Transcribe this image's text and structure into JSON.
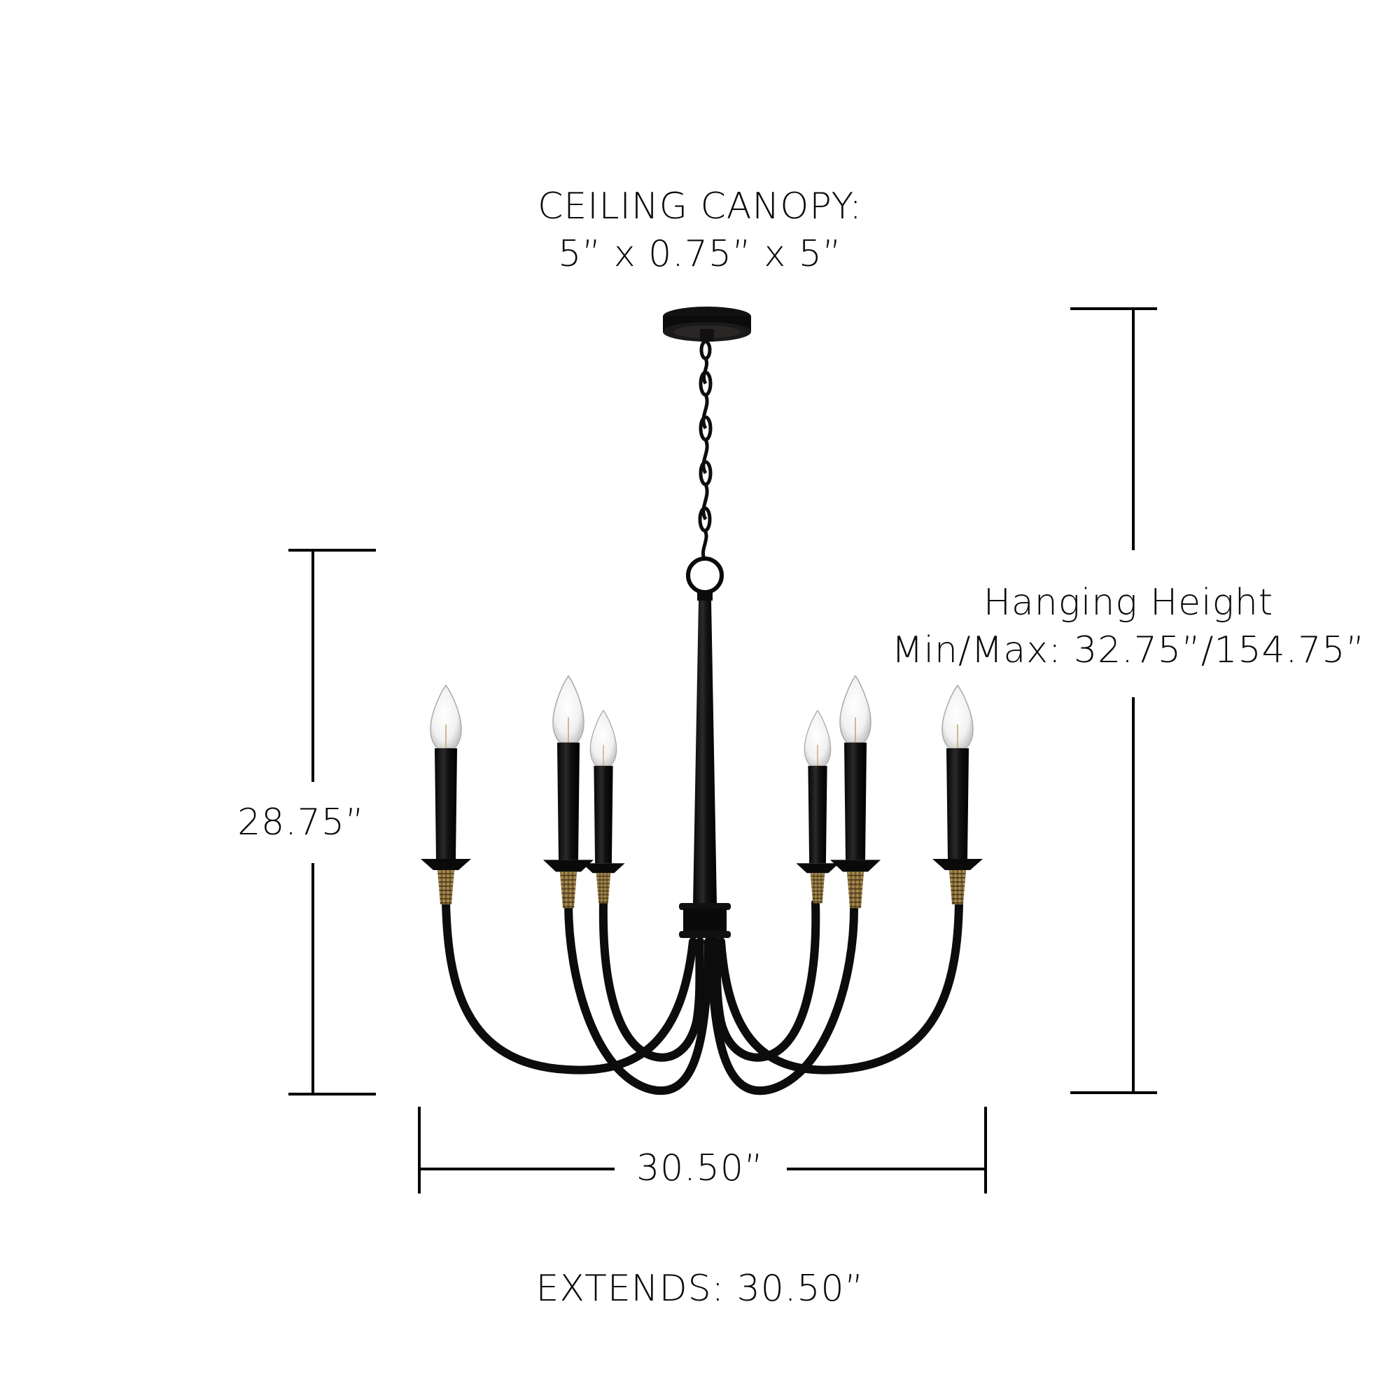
{
  "canopy": {
    "title": "CEILING CANOPY:",
    "size": "5” x 0.75” x 5”"
  },
  "hanging_height": {
    "title": "Hanging Height",
    "value": "Min/Max: 32.75”/154.75”"
  },
  "fixture_height": "28.75”",
  "fixture_width": "30.50”",
  "extends": "EXTENDS: 30.50”",
  "product": {
    "type": "6-light candle chandelier",
    "lights": 6,
    "finish_color": "#0d0d0d",
    "accent_color": "#9c7f4a"
  }
}
